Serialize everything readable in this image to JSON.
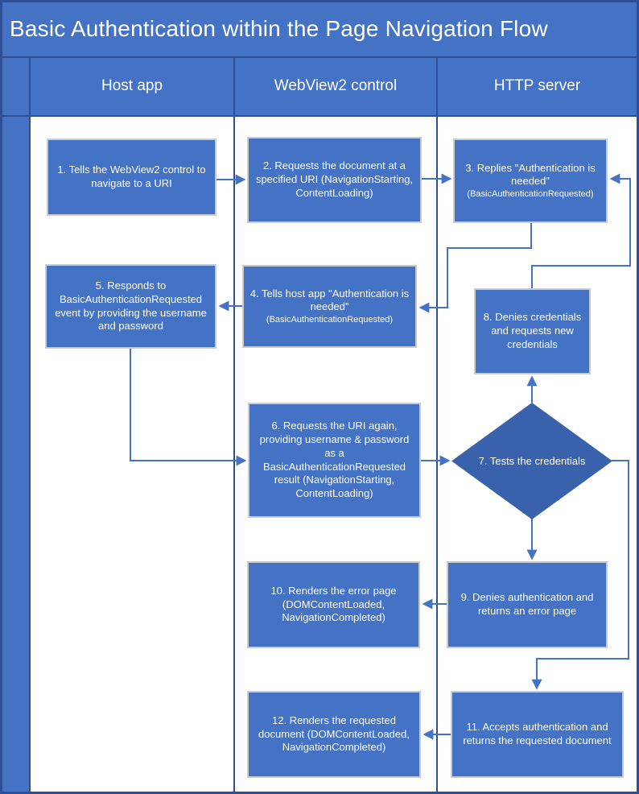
{
  "title": "Basic Authentication within the Page Navigation Flow",
  "lanes": [
    {
      "label": "Host app"
    },
    {
      "label": "WebView2 control"
    },
    {
      "label": "HTTP server"
    }
  ],
  "nodes": {
    "n1": {
      "lane": "Host app",
      "shape": "rect",
      "text": "1. Tells the WebView2 control to navigate to a URI"
    },
    "n2": {
      "lane": "WebView2 control",
      "shape": "rect",
      "text": "2. Requests the document at a specified URI (NavigationStarting, ContentLoading)"
    },
    "n3": {
      "lane": "HTTP server",
      "shape": "rect",
      "text": "3. Replies \"Authentication is needed\"",
      "note": "(BasicAuthenticationRequested)"
    },
    "n4": {
      "lane": "WebView2 control",
      "shape": "rect",
      "text": "4. Tells host app \"Authentication is needed\"",
      "note": "(BasicAuthenticationRequested)"
    },
    "n5": {
      "lane": "Host app",
      "shape": "rect",
      "text": "5. Responds to BasicAuthenticationRequested event by providing the username and password"
    },
    "n6": {
      "lane": "WebView2 control",
      "shape": "rect",
      "text": "6. Requests the URI again, providing username & password as a BasicAuthenticationRequested result (NavigationStarting, ContentLoading)"
    },
    "n7": {
      "lane": "HTTP server",
      "shape": "diamond",
      "text": "7. Tests the credentials"
    },
    "n8": {
      "lane": "HTTP server",
      "shape": "rect",
      "text": "8. Denies credentials and requests new credentials"
    },
    "n9": {
      "lane": "HTTP server",
      "shape": "rect",
      "text": "9. Denies authentication and returns an error page"
    },
    "n10": {
      "lane": "WebView2 control",
      "shape": "rect",
      "text": "10. Renders the error page (DOMContentLoaded, NavigationCompleted)"
    },
    "n11": {
      "lane": "HTTP server",
      "shape": "rect",
      "text": "11. Accepts authentication and returns the requested document"
    },
    "n12": {
      "lane": "WebView2 control",
      "shape": "rect",
      "text": "12. Renders the requested document (DOMContentLoaded, NavigationCompleted)"
    }
  },
  "edges": [
    {
      "from": "1",
      "to": "2"
    },
    {
      "from": "2",
      "to": "3"
    },
    {
      "from": "3",
      "to": "4"
    },
    {
      "from": "4",
      "to": "5"
    },
    {
      "from": "5",
      "to": "6"
    },
    {
      "from": "6",
      "to": "7"
    },
    {
      "from": "7",
      "to": "8"
    },
    {
      "from": "8",
      "to": "3"
    },
    {
      "from": "7",
      "to": "9"
    },
    {
      "from": "9",
      "to": "10"
    },
    {
      "from": "7",
      "to": "11"
    },
    {
      "from": "11",
      "to": "12"
    }
  ],
  "colors": {
    "background_accent": "#4472C4",
    "frame_line": "#2E4F93",
    "box_fill": "#4472C4",
    "box_border": "#CBCBCB",
    "diamond_fill": "#3A62AC",
    "connector": "#4472C4",
    "lane_body": "#FFFFFF",
    "text": "#FFFFFF"
  }
}
